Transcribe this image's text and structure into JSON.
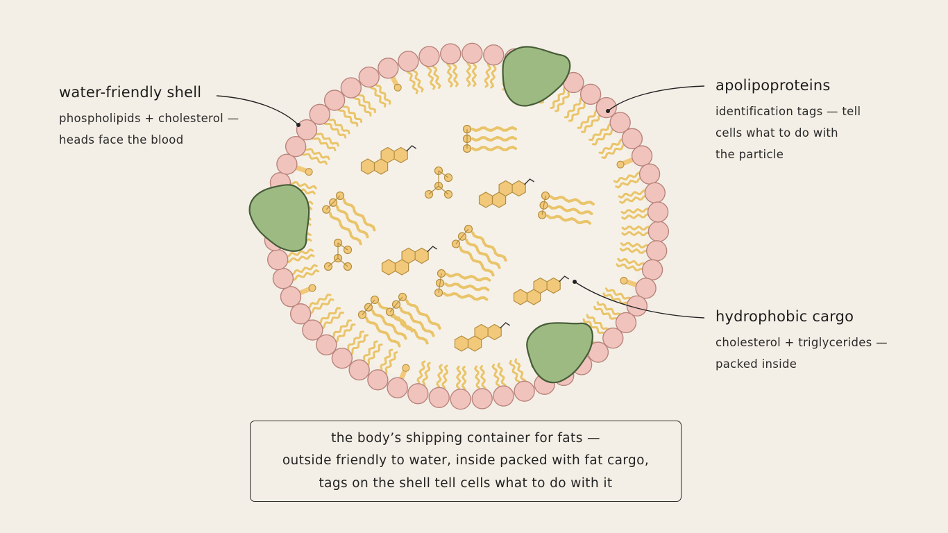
{
  "labels": {
    "shell": {
      "title": "water-friendly shell",
      "desc": "phospholipids + cholesterol —\nheads face the blood"
    },
    "apolipoproteins": {
      "title": "apolipoproteins",
      "desc": "identification tags — tell\ncells what to do with\nthe particle"
    },
    "cargo": {
      "title": "hydrophobic cargo",
      "desc": "cholesterol + triglycerides —\npacked inside"
    }
  },
  "caption": {
    "line1": "the body’s shipping container for fats —",
    "line2": "outside friendly to water, inside packed with fat cargo,",
    "line3": "tags on the shell tell cells what to do with it"
  },
  "colors": {
    "background": "#f4efe6",
    "phospholipid_head": "#f1c3bd",
    "head_outline": "#b8847c",
    "lipid_tail": "#e9c46a",
    "cholesterol": "#f2c97a",
    "protein": "#9dba83",
    "line": "#222222"
  }
}
